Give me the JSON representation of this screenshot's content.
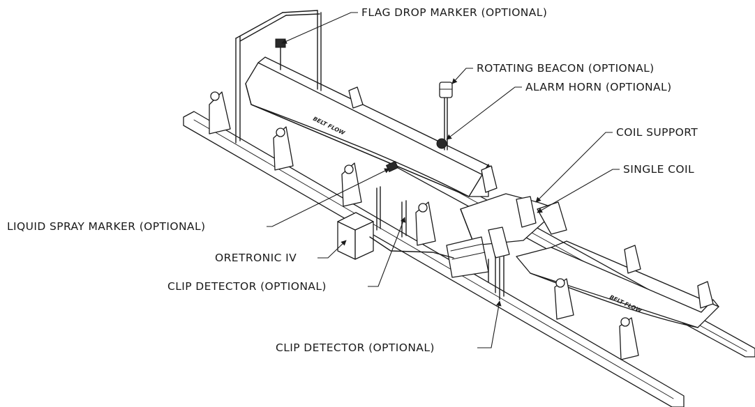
{
  "labels": {
    "flag_drop_marker": "FLAG DROP MARKER (OPTIONAL)",
    "rotating_beacon": "ROTATING BEACON (OPTIONAL)",
    "alarm_horn": "ALARM HORN (OPTIONAL)",
    "coil_support": "COIL SUPPORT",
    "single_coil": "SINGLE COIL",
    "liquid_spray_marker": "LIQUID SPRAY MARKER (OPTIONAL)",
    "oretronic": "ORETRONIC IV",
    "clip_detector_1": "CLIP DETECTOR (OPTIONAL)",
    "clip_detector_2": "CLIP DETECTOR (OPTIONAL)"
  },
  "belt_flow_text": "BELT FLOW",
  "colors": {
    "line": "#1a1a1a",
    "background": "#ffffff"
  }
}
